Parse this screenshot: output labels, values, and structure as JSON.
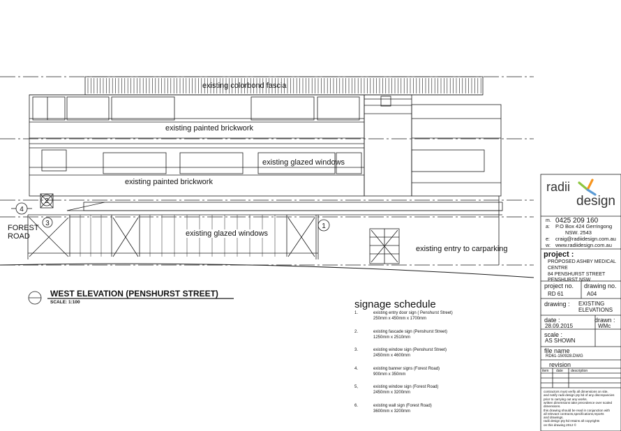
{
  "elevation": {
    "labels": {
      "fascia": "existing colorbond fascia",
      "brick_upper": "existing painted brickwork",
      "glazed_upper": "existing glazed windows",
      "brick_lower": "existing painted brickwork",
      "glazed_lower": "existing glazed windows",
      "entry_carpark": "existing entry to carparking",
      "forest_road": "FOREST\nROAD"
    },
    "sign_markers": [
      "1",
      "2",
      "3",
      "4"
    ]
  },
  "view_title": {
    "title": "WEST ELEVATION (PENSHURST STREET)",
    "scale": "SCALE: 1:100"
  },
  "schedule": {
    "heading": "signage schedule",
    "items": [
      {
        "num": "1.",
        "name": "existing entry door sign ( Penshurst Street)",
        "size": "250mm x 450mm x 1700mm"
      },
      {
        "num": "2.",
        "name": "existing fascade sign (Penshurst Street)",
        "size": "1250mm x 2510mm"
      },
      {
        "num": "3.",
        "name": "existing window sign (Penshurst Street)",
        "size": "2450mm x 4600mm"
      },
      {
        "num": "4.",
        "name": "existing banner signs (Forest Road)",
        "size": "900mm x 350mm"
      },
      {
        "num": "5,",
        "name": "existing window sign (Forest Road)",
        "size": "2450mm x 3200mm"
      },
      {
        "num": "6.",
        "name": "existing wall sign (Forest Road)",
        "size": "3600mm x 3200mm"
      }
    ]
  },
  "title_block": {
    "logo_top": "radii",
    "logo_bottom": "design",
    "contact": [
      {
        "key": "m.",
        "val": "0425 209 160"
      },
      {
        "key": "a:",
        "val": "P.O Box 424 Gerringong"
      },
      {
        "key": "",
        "val": "NSW. 2543"
      },
      {
        "key": "e:",
        "val": "craig@radiidesign.com.au"
      },
      {
        "key": "w:",
        "val": "www.radiidesign.com.au"
      }
    ],
    "project_label": "project :",
    "project_lines": [
      "PROPOSED ASHBY MEDICAL",
      "CENTRE",
      "84 PENSHURST STREET",
      "PENSHURST NSW"
    ],
    "project_no_label": "project no.",
    "project_no": "RD 61",
    "drawing_no_label": "drawing  no.",
    "drawing_no": "A04",
    "drawing_label": "drawing :",
    "drawing_lines": [
      "EXISTING",
      "ELEVATIONS"
    ],
    "date_label": "date :",
    "date": "28.09.2015",
    "drawn_label": "drawn :",
    "drawn": "WMc",
    "scale_label": "scale :",
    "scale": "AS SHOWN",
    "file_label": "file name",
    "file": "RD61-150928.DWG",
    "revision_label": "revision",
    "rev_cols": [
      "item",
      "date",
      "description"
    ],
    "notes": [
      "contractors must verify all dimensions on site,",
      "and notify radii design pty ltd of any discrepancies",
      "prior to carrying out any works.",
      "written dimensions take precedence over scaled",
      "dimensions.",
      "this drawing should be read in conjunction with",
      "all relevant contracts,specifications,reports",
      "and drawings.",
      "radii design pty ltd retains all copyrights",
      "on this drawing    2012 ©"
    ]
  },
  "colors": {
    "line": "#1a1a1a",
    "logo_green": "#8cc63f",
    "logo_orange": "#f7941d",
    "logo_blue": "#5b9bd5",
    "logo_text": "#333333"
  }
}
